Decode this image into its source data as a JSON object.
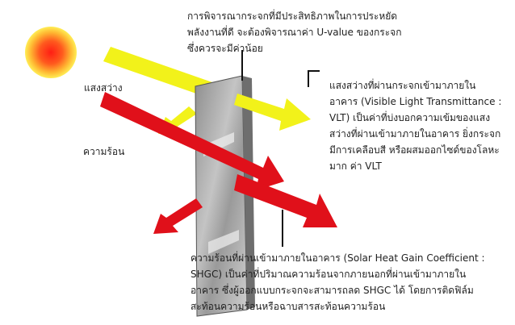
{
  "labels": {
    "light": "แสงสว่าง",
    "heat": "ความร้อน"
  },
  "notes": {
    "uvalue": [
      "การพิจารณากระจกที่มีประสิทธิภาพในการประหยัด",
      "พลังงานที่ดี จะต้องพิจารณาค่า U-value ของกระจก",
      "ซึ่งควรจะมีค่าน้อย"
    ],
    "vlt": [
      "แสงสว่างที่ผ่านกระจกเข้ามาภายใน",
      "อาคาร (Visible Light Transmittance :",
      " VLT) เป็นค่าที่บ่งบอกความเข้มของแสง",
      "สว่างที่ผ่านเข้ามาภายในอาคาร ยิ่งกระจก",
      "มีการเคลือบสี หรือผสมออกไซด์ของโลหะ",
      "มาก ค่า VLT"
    ],
    "shgc": [
      "ความร้อนที่ผ่านเข้ามาภายในอาคาร (Solar Heat Gain Coefficient :",
      "SHGC) เป็นค่าที่ปริมาณความร้อนจากภายนอกที่ผ่านเข้ามาภายใน",
      "อาคาร ซึ่งผู้ออกแบบกระจกจะสามารถลด SHGC ได้ โดยการติดฟิล์ม",
      "สะท้อนความร้อนหรือฉาบสารสะท้อนความร้อน"
    ]
  },
  "colors": {
    "sun_core": "#ff2a1a",
    "sun_edge": "#ffe44a",
    "light_arrow": "#f2f21a",
    "heat_arrow": "#e0101a",
    "glass": "#a9a9a9",
    "leader": "#111111"
  }
}
